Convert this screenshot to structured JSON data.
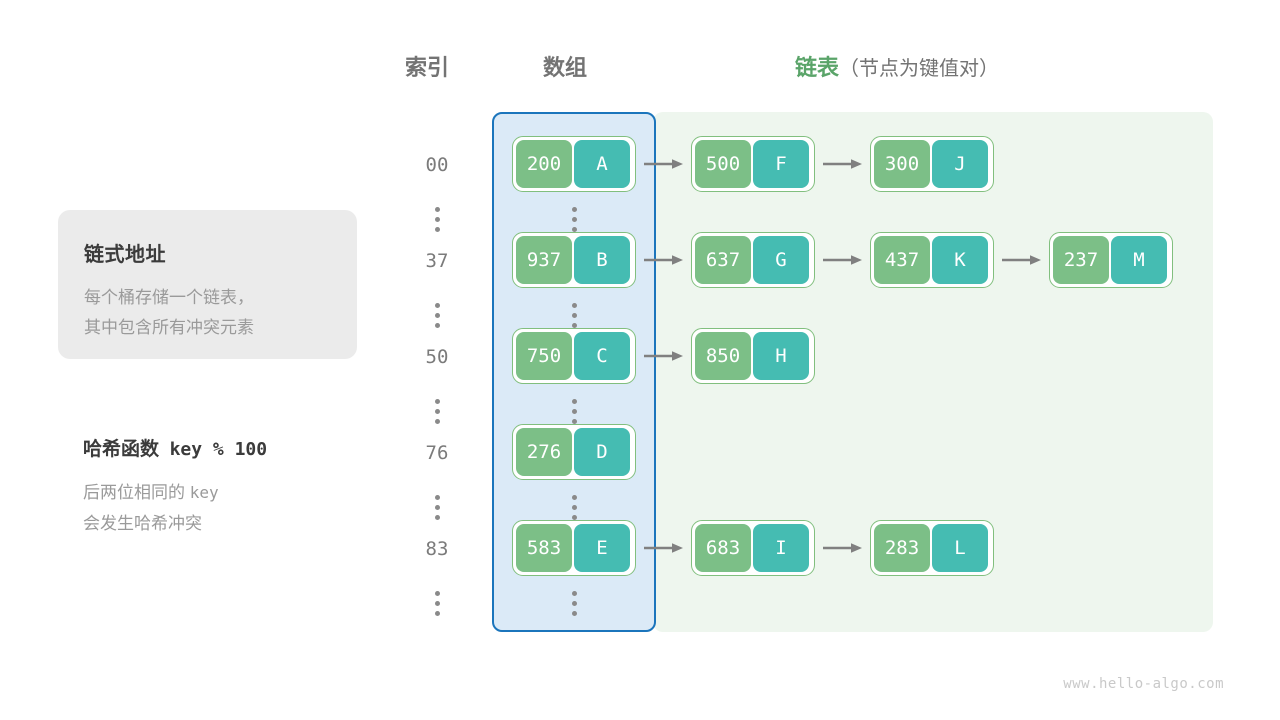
{
  "headers": {
    "index": "索引",
    "array": "数组",
    "list": "链表",
    "list_sub": "（节点为键值对）"
  },
  "infobox": {
    "title": "链式地址",
    "line1": "每个桶存储一个链表，",
    "line2": "其中包含所有冲突元素"
  },
  "hash_note": {
    "title_label": "哈希函数",
    "title_expr": "key % 100",
    "line1_a": "后两位相同的",
    "line1_b": "key",
    "line2": "会发生哈希冲突"
  },
  "colors": {
    "key_green": "#7cbf87",
    "value_teal": "#45bcb2",
    "node_border": "#81bf7e",
    "array_fill": "#dbeaf7",
    "array_border": "#1b75bc",
    "list_fill": "#eef6ee",
    "header_gray": "#737373",
    "header_green": "#5aa469",
    "arrow_gray": "#808080"
  },
  "ellipsis_glyph": "vertical-ellipsis",
  "rows": [
    {
      "index": "00",
      "bucket": {
        "key": "200",
        "value": "A"
      },
      "chain": [
        {
          "key": "500",
          "value": "F"
        },
        {
          "key": "300",
          "value": "J"
        }
      ]
    },
    {
      "index": "37",
      "bucket": {
        "key": "937",
        "value": "B"
      },
      "chain": [
        {
          "key": "637",
          "value": "G"
        },
        {
          "key": "437",
          "value": "K"
        },
        {
          "key": "237",
          "value": "M"
        }
      ]
    },
    {
      "index": "50",
      "bucket": {
        "key": "750",
        "value": "C"
      },
      "chain": [
        {
          "key": "850",
          "value": "H"
        }
      ]
    },
    {
      "index": "76",
      "bucket": {
        "key": "276",
        "value": "D"
      },
      "chain": []
    },
    {
      "index": "83",
      "bucket": {
        "key": "583",
        "value": "E"
      },
      "chain": [
        {
          "key": "683",
          "value": "I"
        },
        {
          "key": "283",
          "value": "L"
        }
      ]
    }
  ],
  "watermark": "www.hello-algo.com"
}
